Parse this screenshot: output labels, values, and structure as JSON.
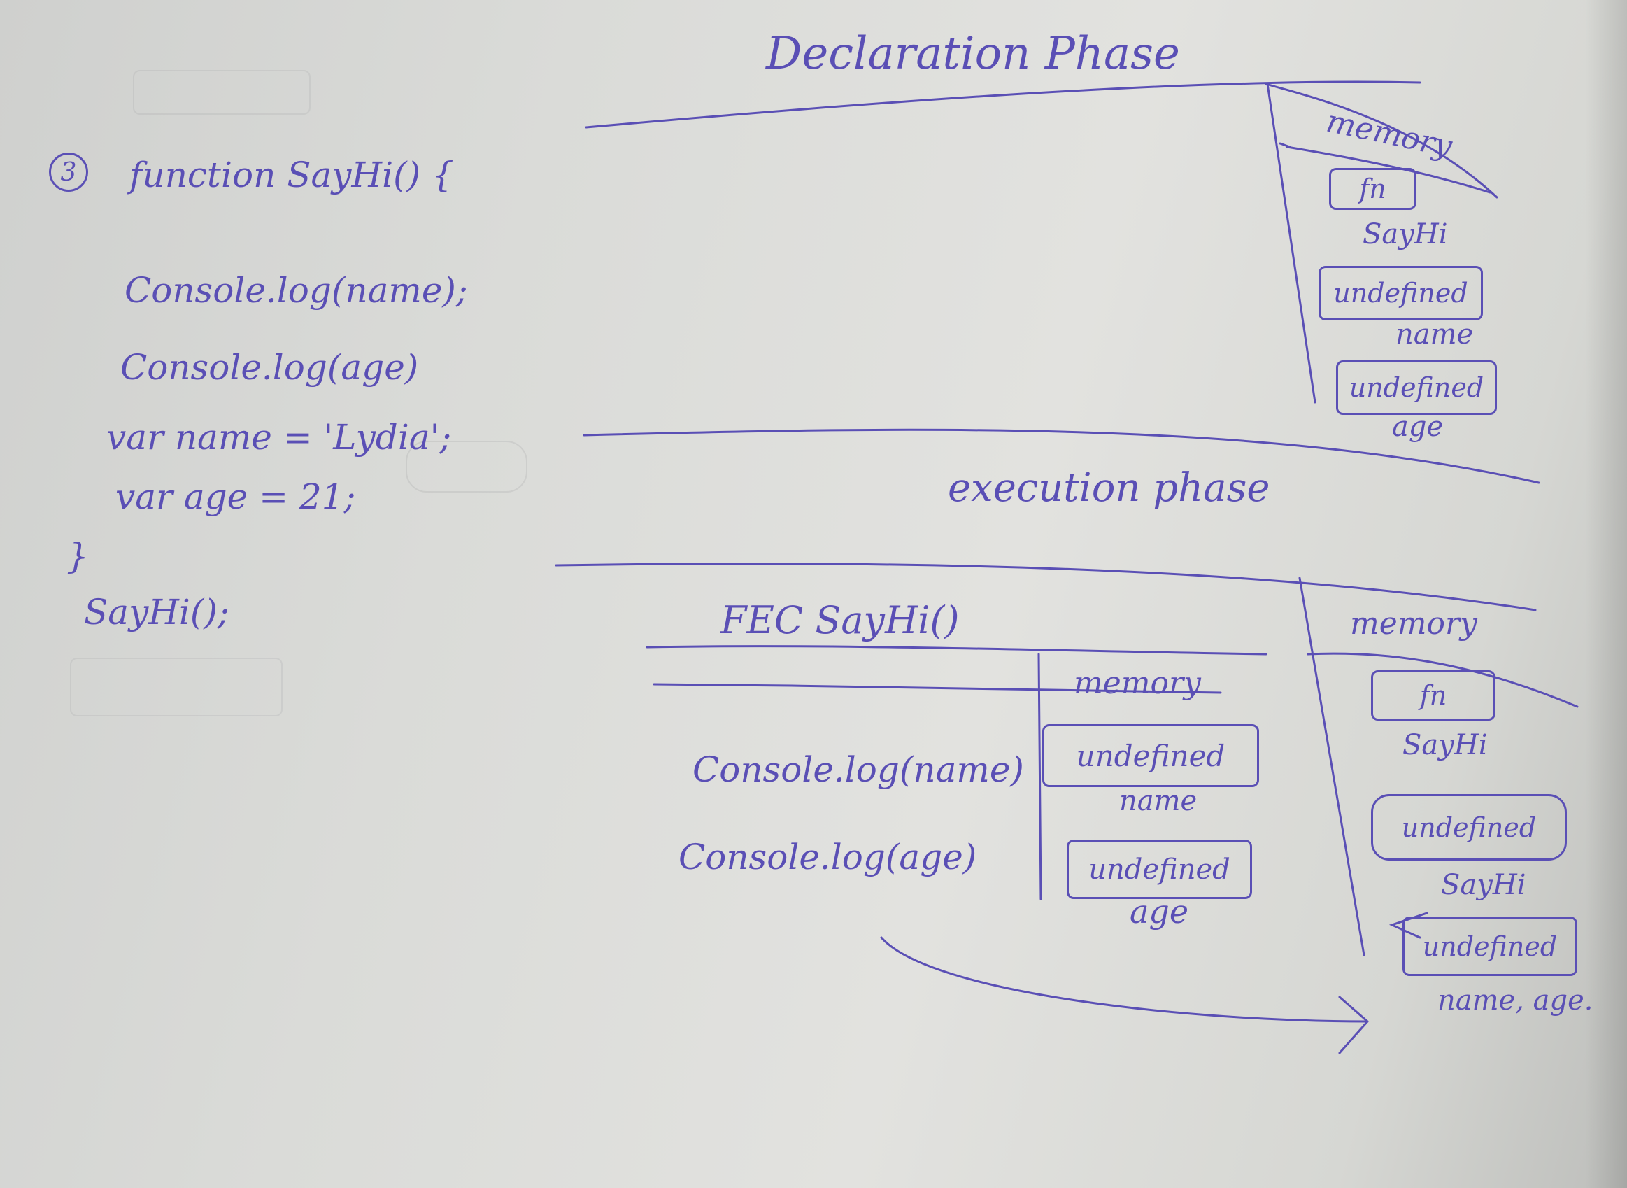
{
  "code": {
    "step_number": "3",
    "line1": "function SayHi() {",
    "line2": "Console.log(name);",
    "line3": "Console.log(age)",
    "line4": "var name = 'Lydia';",
    "line5": "var age = 21;",
    "line6": "}",
    "line7": "SayHi();"
  },
  "declaration": {
    "title": "Declaration Phase",
    "memory_label": "memory",
    "items": [
      {
        "value": "fn",
        "name": "SayHi"
      },
      {
        "value": "undefined",
        "name": "name"
      },
      {
        "value": "undefined",
        "name": "age"
      }
    ]
  },
  "execution": {
    "title": "execution phase",
    "fec_label": "FEC SayHi()",
    "fec_memory_label": "memory",
    "fec_items": [
      {
        "value": "undefined",
        "name": "name"
      },
      {
        "value": "undefined",
        "name": "age"
      }
    ],
    "log_line1": "Console.log(name)",
    "log_line2": "Console.log(age)",
    "global_memory_label": "memory",
    "global_items": [
      {
        "value": "fn",
        "name": "SayHi"
      },
      {
        "value": "undefined",
        "name": "SayHi"
      },
      {
        "value": "undefined",
        "name": "name, age."
      }
    ]
  },
  "colors": {
    "ink": "#5a4fb5",
    "paper": "#dcdcd9"
  }
}
